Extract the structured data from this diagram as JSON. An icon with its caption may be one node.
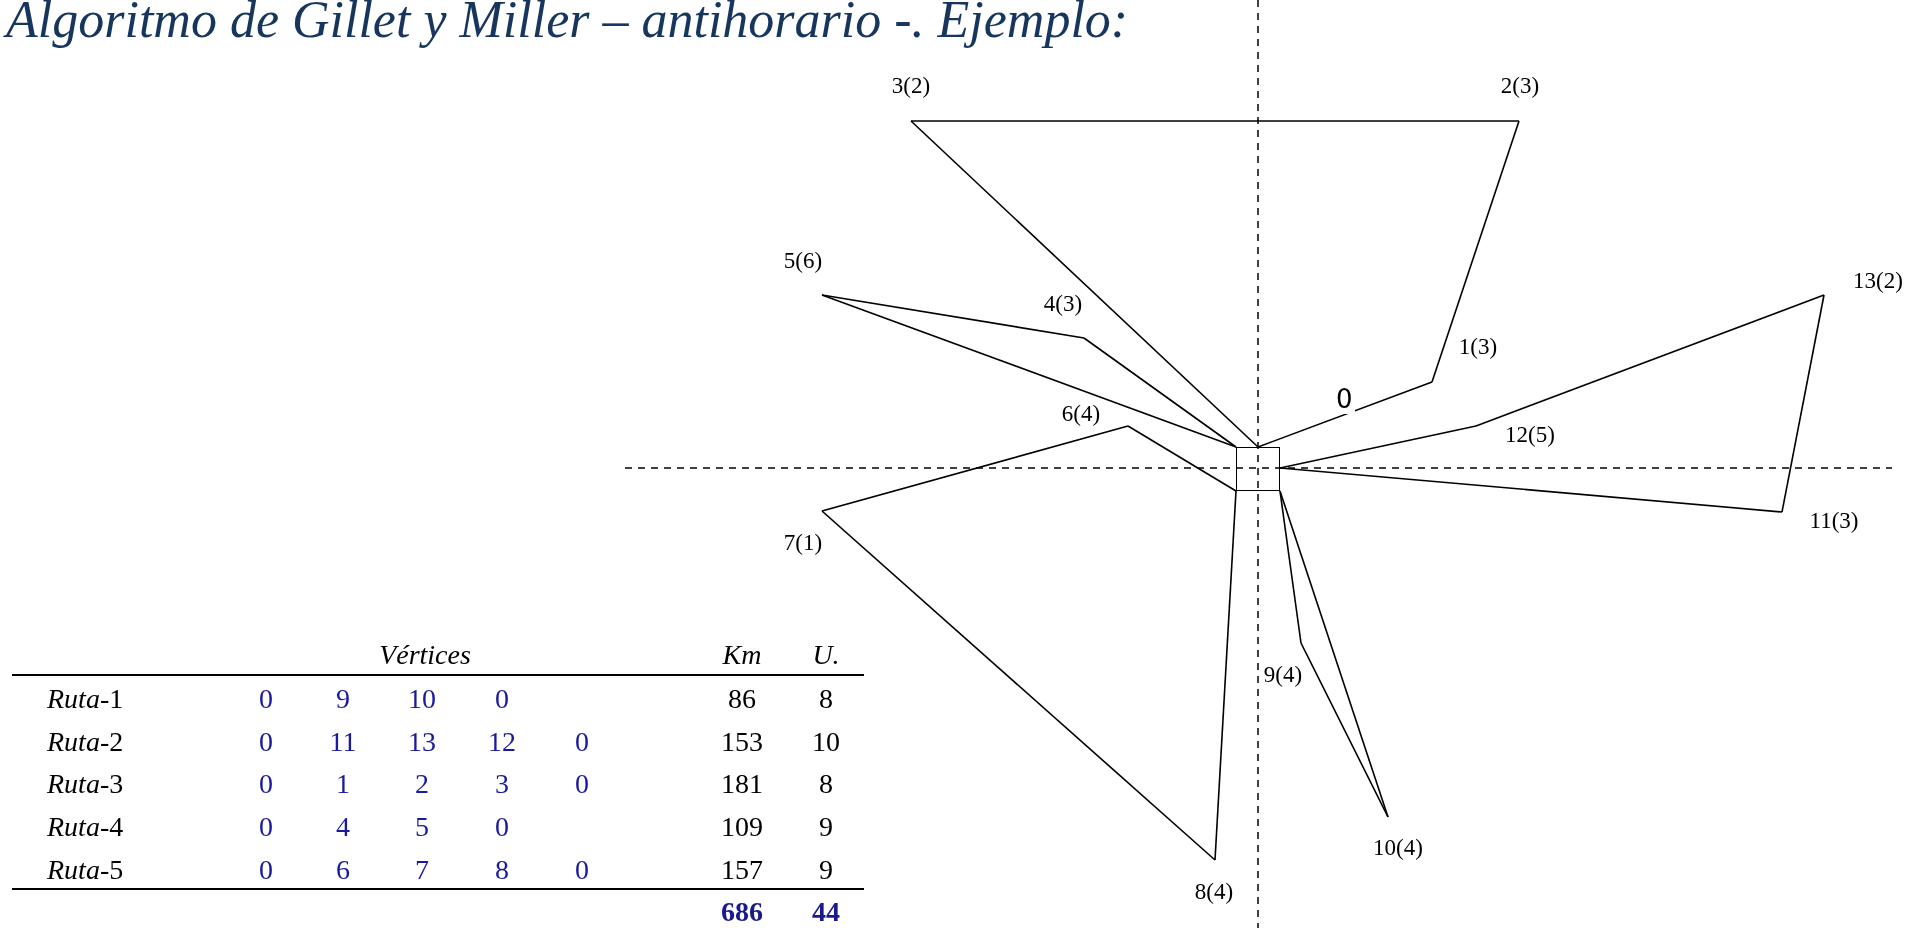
{
  "diagram": {
    "title": "Algoritmo de Gillet y Miller – antihorario -. Ejemplo:",
    "nodes": [
      {
        "text": [],
        "shape": "box",
        "beside": [
          "0"
        ]
      },
      {
        "text": [
          "1(3)"
        ]
      },
      {
        "text": [
          "2(3)"
        ]
      },
      {
        "text": [
          "3(2)"
        ]
      },
      {
        "text": [
          "4(3)"
        ]
      },
      {
        "text": [
          "5(6)"
        ]
      },
      {
        "text": [
          "6(4)"
        ]
      },
      {
        "text": [
          "7(1)"
        ]
      },
      {
        "text": [
          "8(4)"
        ]
      },
      {
        "text": [
          "9(4)"
        ]
      },
      {
        "text": [
          "10(4)"
        ]
      },
      {
        "text": [
          "11(3)"
        ]
      },
      {
        "text": [
          "12(5)"
        ]
      },
      {
        "text": [
          "13(2)"
        ]
      }
    ],
    "edges": [
      {
        "from": 0,
        "to": 9,
        "arrow": "none"
      },
      {
        "from": 9,
        "to": 10,
        "arrow": "none"
      },
      {
        "from": 10,
        "to": 0,
        "arrow": "none"
      },
      {
        "from": 0,
        "to": 11,
        "arrow": "none"
      },
      {
        "from": 11,
        "to": 13,
        "arrow": "none"
      },
      {
        "from": 13,
        "to": 12,
        "arrow": "none"
      },
      {
        "from": 12,
        "to": 0,
        "arrow": "none"
      },
      {
        "from": 0,
        "to": 1,
        "arrow": "none"
      },
      {
        "from": 1,
        "to": 2,
        "arrow": "none"
      },
      {
        "from": 2,
        "to": 3,
        "arrow": "none"
      },
      {
        "from": 3,
        "to": 0,
        "arrow": "none"
      },
      {
        "from": 0,
        "to": 4,
        "arrow": "none"
      },
      {
        "from": 4,
        "to": 5,
        "arrow": "none"
      },
      {
        "from": 5,
        "to": 0,
        "arrow": "none"
      },
      {
        "from": 0,
        "to": 6,
        "arrow": "none"
      },
      {
        "from": 6,
        "to": 7,
        "arrow": "none"
      },
      {
        "from": 7,
        "to": 8,
        "arrow": "none"
      },
      {
        "from": 8,
        "to": 0,
        "arrow": "none"
      }
    ],
    "labels": [
      "Vértices",
      "Km",
      "U.",
      "*Ruta*-1",
      "0",
      "9",
      "10",
      "0",
      "86",
      "8",
      "*Ruta*-2",
      "0",
      "11",
      "13",
      "12",
      "0",
      "153",
      "10",
      "*Ruta*-3",
      "0",
      "1",
      "2",
      "3",
      "0",
      "181",
      "8",
      "*Ruta*-4",
      "0",
      "4",
      "5",
      "0",
      "109",
      "9",
      "*Ruta*-5",
      "0",
      "6",
      "7",
      "8",
      "0",
      "157",
      "9",
      "686",
      "44"
    ]
  }
}
